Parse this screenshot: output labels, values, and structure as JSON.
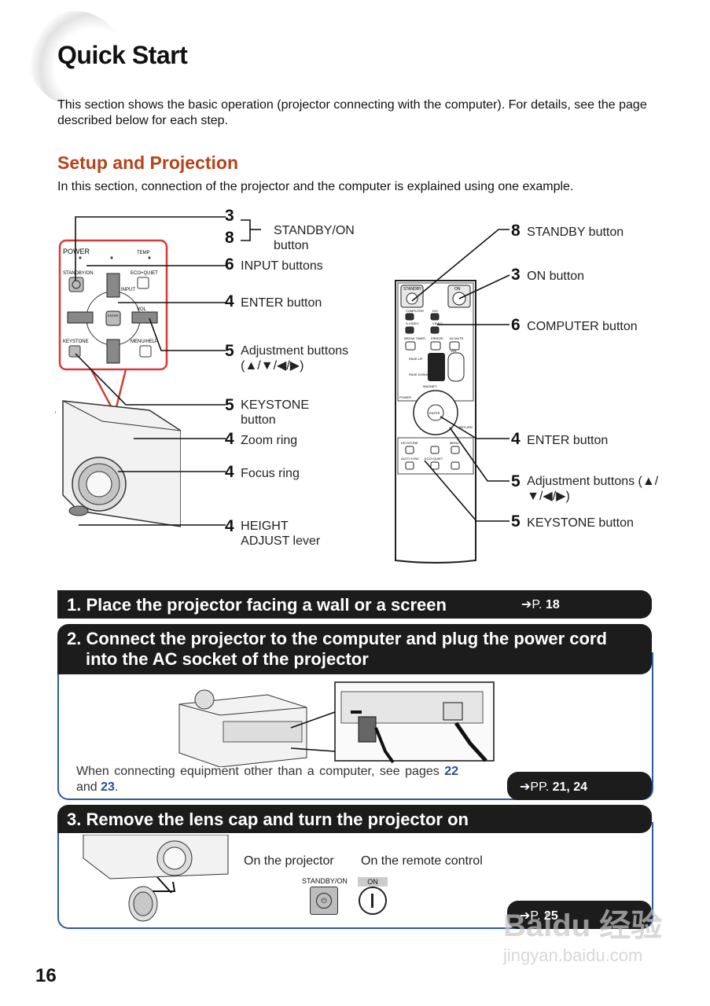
{
  "page": {
    "title": "Quick Start",
    "intro": "This section shows the basic operation (projector connecting with the computer). For details, see the page described below for each step.",
    "section_title": "Setup and Projection",
    "section_desc": "In this section, connection of the projector and the computer is explained using one example.",
    "page_number": "16"
  },
  "projector_callouts": [
    {
      "num": "3",
      "label": ""
    },
    {
      "num": "8",
      "label": "STANDBY/ON button"
    },
    {
      "num": "6",
      "label": "INPUT buttons"
    },
    {
      "num": "4",
      "label": "ENTER button"
    },
    {
      "num": "5",
      "label": "Adjustment buttons (▲/▼/◀/▶)"
    },
    {
      "num": "5",
      "label": "KEYSTONE button"
    },
    {
      "num": "4",
      "label": "Zoom ring"
    },
    {
      "num": "4",
      "label": "Focus ring"
    },
    {
      "num": "4",
      "label": "HEIGHT ADJUST lever"
    }
  ],
  "remote_callouts": [
    {
      "num": "8",
      "label": "STANDBY button"
    },
    {
      "num": "3",
      "label": "ON button"
    },
    {
      "num": "6",
      "label": "COMPUTER button"
    },
    {
      "num": "4",
      "label": "ENTER button"
    },
    {
      "num": "5",
      "label": "Adjustment buttons (▲/▼/◀/▶)"
    },
    {
      "num": "5",
      "label": "KEYSTONE button"
    }
  ],
  "panel_labels": {
    "power": "POWER",
    "temp": "TEMP",
    "standby_on": "STANDBY/ON",
    "eco_quiet": "ECO+QUIET",
    "input": "INPUT",
    "vol": "VOL",
    "enter": "ENTER",
    "keystone": "KEYSTONE",
    "menu_help": "MENU/HELP"
  },
  "remote_labels": {
    "standby": "STANDBY",
    "on": "ON",
    "computer": "COMPUTER",
    "dvi": "DVI",
    "s_video": "S-VIDEO",
    "video": "VIDEO",
    "break_timer": "BREAK TIMER",
    "freeze": "FREEZE",
    "av_mute": "AV MUTE",
    "page_up": "PAGE UP",
    "page_down": "PAGE DOWN",
    "vol": "VOL",
    "magnify": "MAGNIFY",
    "power": "POWER",
    "enter": "ENTER",
    "return": "RETURN",
    "keystone": "KEYSTONE",
    "auto_sync": "AUTO SYNC",
    "eco_quiet": "ECO+QUIET",
    "menu": "MENU"
  },
  "steps": [
    {
      "title": "1. Place the projector facing a wall or a screen",
      "ref_prefix": "P.",
      "ref_pages": "18"
    },
    {
      "title_line1": "2. Connect the projector to the computer and plug the power cord",
      "title_line2": "into the AC socket of the projector",
      "note_a": "When connecting equipment other than a computer, see pages ",
      "note_page1": "22",
      "note_and": " and ",
      "note_page2": "23",
      "note_end": ".",
      "ref_prefix": "PP.",
      "ref_pages": "21, 24"
    },
    {
      "title": "3. Remove the lens cap and turn the projector on",
      "on_projector": "On the projector",
      "on_remote": "On the remote control",
      "standby_on_label": "STANDBY/ON",
      "on_label": "ON",
      "ref_prefix": "P.",
      "ref_pages": "25"
    }
  ],
  "watermark": {
    "line1": "Baidu 经验",
    "line2": "jingyan.baidu.com"
  },
  "colors": {
    "section_title": "#b5431a",
    "step_bar": "#1c1c1c",
    "step_border": "#2e5a9c",
    "link": "#2b4a93",
    "panel_outline": "#d63a3a"
  }
}
